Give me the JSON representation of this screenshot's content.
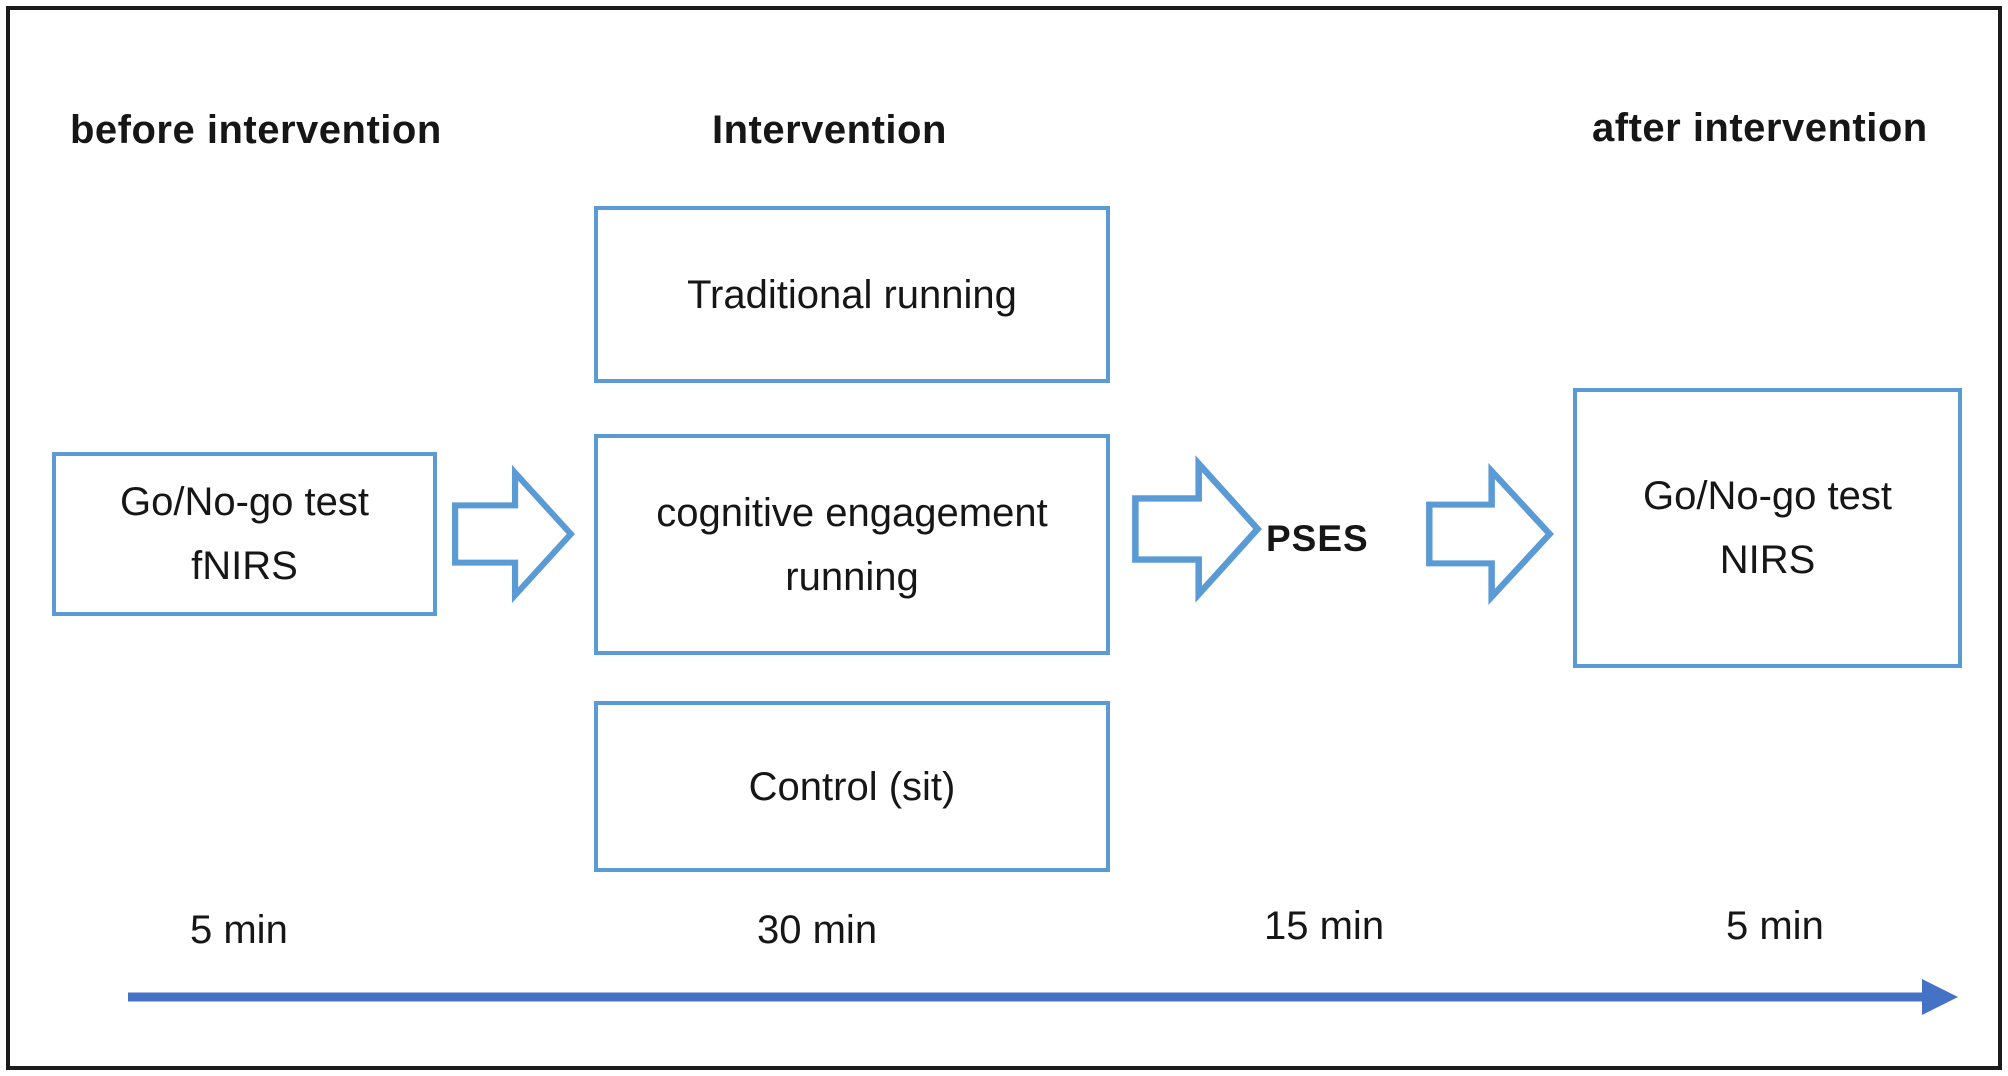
{
  "headers": {
    "before": "before intervention",
    "intervention": "Intervention",
    "after": "after intervention"
  },
  "pre_box": {
    "line1": "Go/No-go test",
    "line2": "fNIRS"
  },
  "intervention_boxes": {
    "traditional": "Traditional running",
    "cognitive_line1": "cognitive engagement",
    "cognitive_line2": "running",
    "control": "Control (sit)"
  },
  "pses_label": "PSES",
  "post_box": {
    "line1": "Go/No-go test",
    "line2": "NIRS"
  },
  "timeline": {
    "durations": [
      "5 min",
      "30 min",
      "15 min",
      "5 min"
    ]
  },
  "icons": {
    "flow_arrow": "right-block-arrow",
    "timeline_arrow": "right-arrow"
  },
  "colors": {
    "box_border": "#5b9bd5",
    "timeline_arrow": "#4472c4",
    "text": "#161616"
  }
}
